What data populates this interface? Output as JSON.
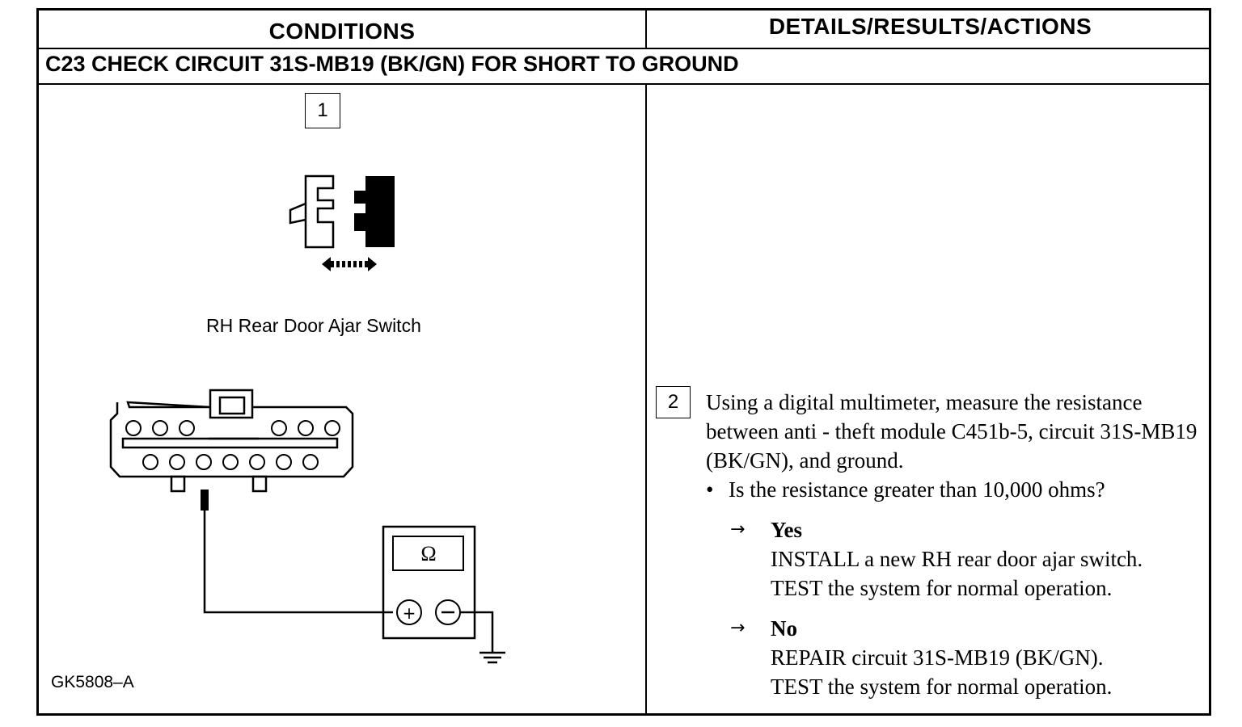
{
  "table": {
    "header_conditions": "CONDITIONS",
    "header_details": "DETAILS/RESULTS/ACTIONS",
    "step_title": "C23 CHECK CIRCUIT 31S-MB19 (BK/GN) FOR SHORT TO GROUND"
  },
  "conditions": {
    "step_number": "1",
    "switch_label": "RH Rear Door Ajar Switch",
    "meter_symbol": "Ω",
    "figure_id": "GK5808–A"
  },
  "details": {
    "step_number": "2",
    "instruction": "Using a digital multimeter, measure the resistance between anti - theft module C451b-5, circuit 31S-MB19 (BK/GN), and ground.",
    "bullet": "•",
    "question": "Is the resistance greater than 10,000 ohms?",
    "arrow": "→",
    "results": [
      {
        "label": "Yes",
        "line1": "INSTALL a new RH rear door ajar switch.",
        "line2": "TEST the system for normal operation."
      },
      {
        "label": "No",
        "line1": "REPAIR circuit 31S-MB19 (BK/GN).",
        "line2": "TEST the system for normal operation."
      }
    ]
  }
}
